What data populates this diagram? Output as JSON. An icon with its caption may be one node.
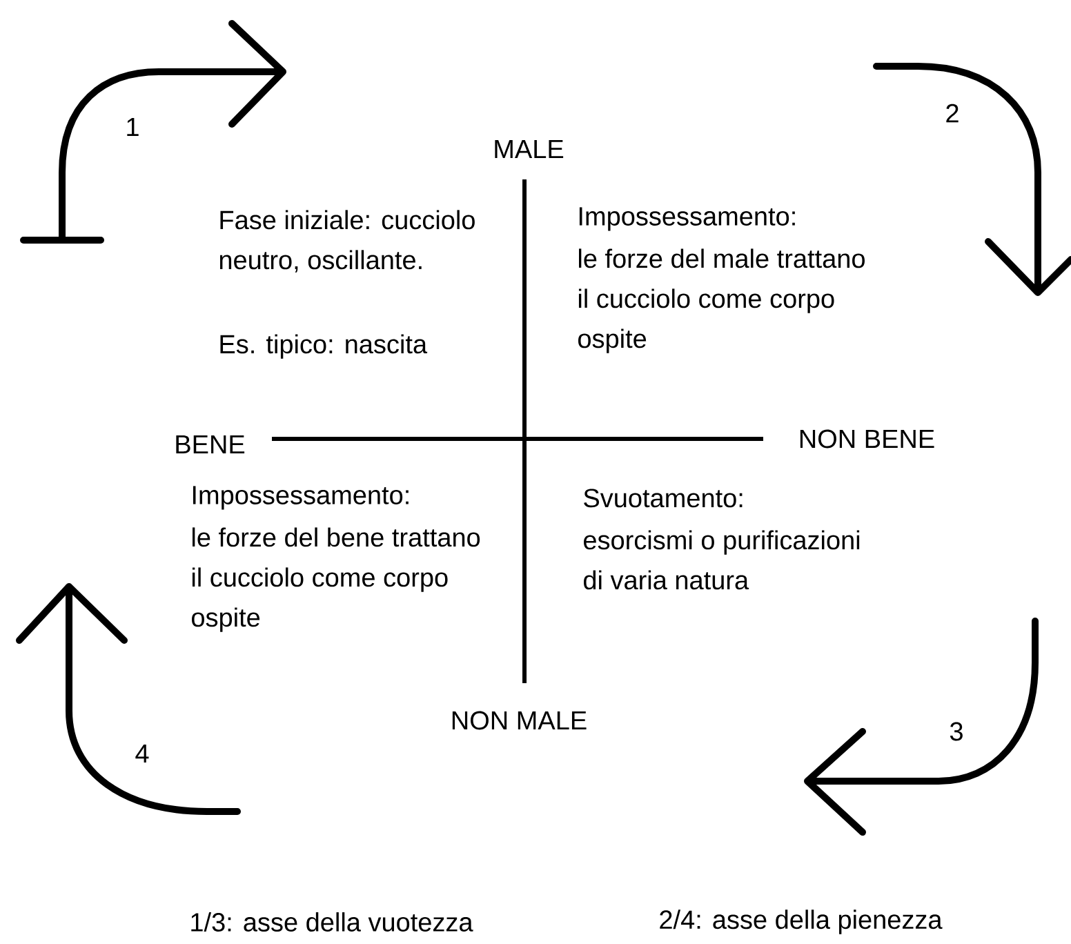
{
  "diagram": {
    "labels": [
      "1",
      "2",
      "MALE",
      "Fase iniziale: cucciolo neutro, oscillante.",
      "Es. tipico: nascita",
      "Impossessamento:",
      "le forze del male trattano il cucciolo come corpo ospite",
      "BENE",
      "NON BENE",
      "Impossessamento:",
      "le forze del bene trattano il cucciolo come corpo ospite",
      "Svuotamento:",
      "esorcismi o purificazioni di varia natura",
      "NON MALE",
      "3",
      "4",
      "1/3: asse della vuotezza",
      "2/4: asse della pienezza"
    ]
  }
}
